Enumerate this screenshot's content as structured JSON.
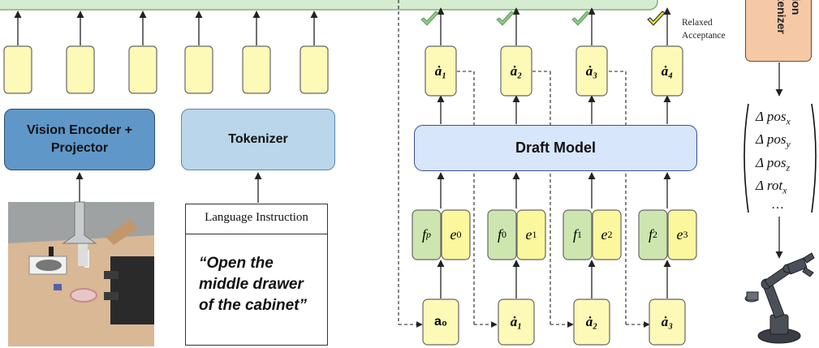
{
  "vision_encoder": {
    "label": "Vision Encoder + Projector"
  },
  "tokenizer": {
    "label": "Tokenizer"
  },
  "language_instruction": {
    "header": "Language Instruction",
    "lines": [
      "“Open the",
      "middle drawer",
      "of the cabinet”"
    ]
  },
  "draft_model": {
    "label": "Draft Model"
  },
  "detokenizer": {
    "label_fragment_1": "ction",
    "label_fragment_2": "okenizer"
  },
  "relaxed_acceptance": {
    "line1": "Relaxed",
    "line2": "Acceptance"
  },
  "draft_outputs": [
    "ȧ₁",
    "ȧ₂",
    "ȧ₃",
    "ȧ₄"
  ],
  "inputs": [
    "a₀",
    "ȧ₁",
    "ȧ₂",
    "ȧ₃"
  ],
  "feature_pairs": [
    {
      "f": "f",
      "f_sub": "p",
      "e": "e",
      "e_sub": "0"
    },
    {
      "f": "f",
      "f_sub": "0",
      "e": "e",
      "e_sub": "1"
    },
    {
      "f": "f",
      "f_sub": "1",
      "e": "e",
      "e_sub": "2"
    },
    {
      "f": "f",
      "f_sub": "2",
      "e": "e",
      "e_sub": "3"
    }
  ],
  "action_vector": {
    "rows": [
      {
        "prefix": "Δ ",
        "name": "pos",
        "sub": "x"
      },
      {
        "prefix": "Δ ",
        "name": "pos",
        "sub": "y"
      },
      {
        "prefix": "Δ ",
        "name": "pos",
        "sub": "z"
      },
      {
        "prefix": "Δ ",
        "name": "rot",
        "sub": "x"
      }
    ],
    "ellipsis": "…"
  },
  "colors": {
    "token_yellow": "#fdfab7",
    "feature_green": "#cde6b0",
    "feature_yellow": "#faf79d",
    "check_green": "#8fc98a",
    "check_yellow": "#e8df3c",
    "vision_blue": "#5f97c9",
    "tokenizer_blue": "#b9d6ea",
    "draft_blue": "#d7e6fa",
    "detok_orange": "#f6c9a6"
  },
  "icons": [
    "checkmark-icon",
    "robot-arm-icon",
    "kitchen-scene-image"
  ]
}
